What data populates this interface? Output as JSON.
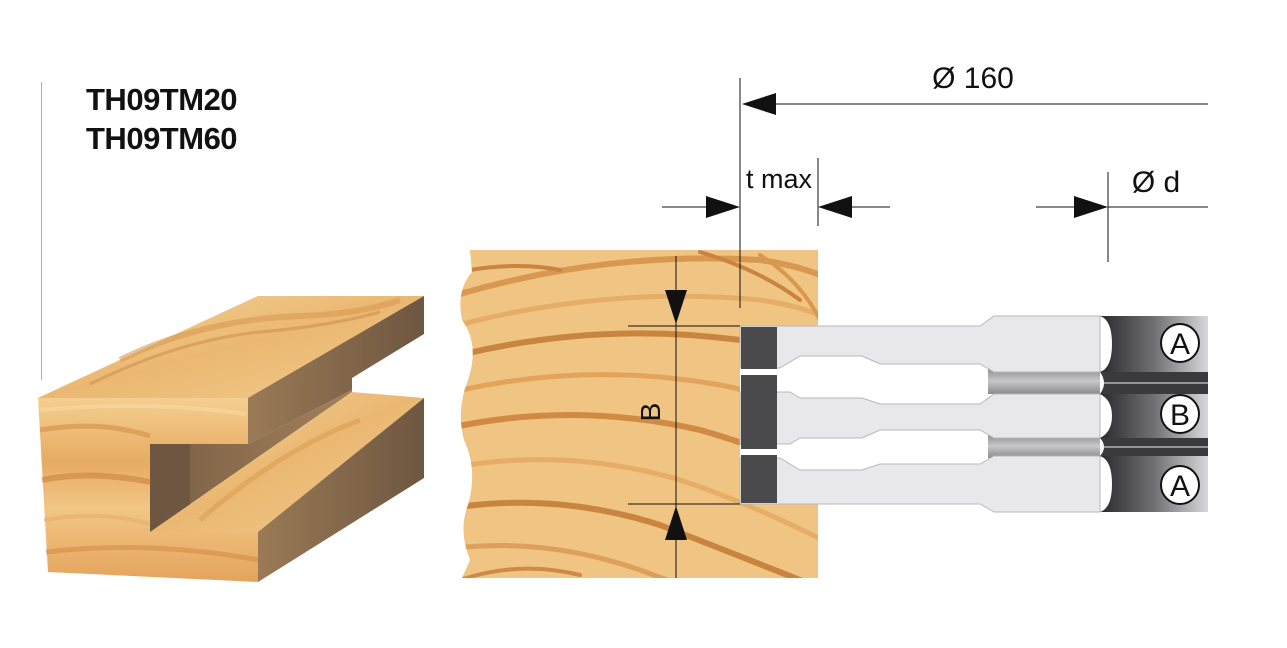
{
  "product_codes": [
    "TH09TM20",
    "TH09TM60"
  ],
  "dimensions": {
    "outer_diameter": "Ø 160",
    "bore_diameter": "Ø d",
    "depth": "t max",
    "height": "B"
  },
  "cutter_labels": [
    "A",
    "B",
    "A"
  ],
  "colors": {
    "wood_light": "#f2c98a",
    "wood_mid": "#e4a95e",
    "wood_grain": "#c98a45",
    "wood_dark_side": "#8a6a4a",
    "cutter_body": "#e8e8ea",
    "cutter_edge": "#4a4a4c",
    "accent_rule": "#e0a060"
  }
}
